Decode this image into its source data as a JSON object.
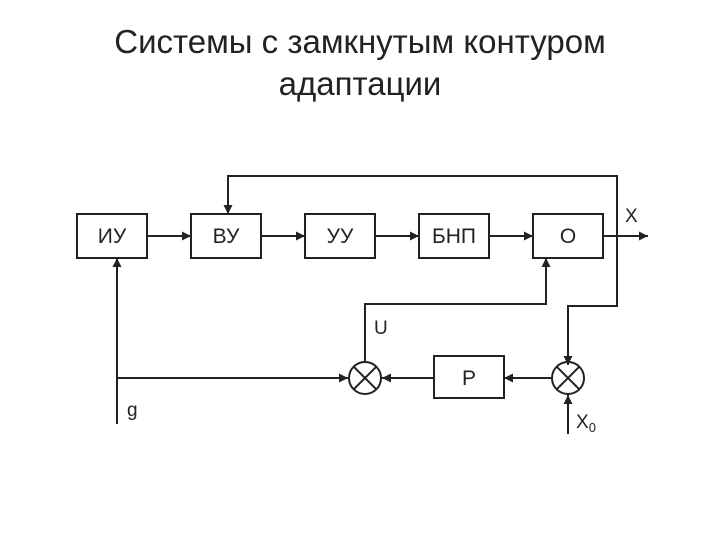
{
  "slide": {
    "title_line1": "Системы с замкнутым контуром",
    "title_line2": "адаптации"
  },
  "diagram": {
    "blocks": {
      "iu": "ИУ",
      "vu": "ВУ",
      "uu": "УУ",
      "bnp": "БНП",
      "o": "О",
      "p": "Р"
    },
    "signals": {
      "output": "X",
      "control": "U",
      "reference": "g",
      "setpoint_main": "X",
      "setpoint_sub": "0"
    }
  }
}
